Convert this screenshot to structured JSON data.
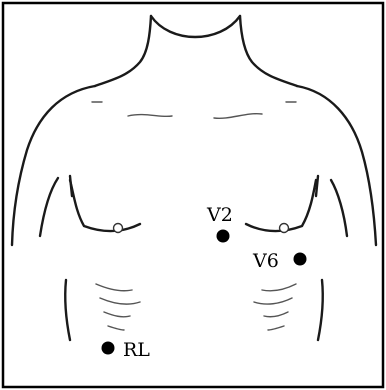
{
  "electrodes": [
    {
      "label": "V2",
      "electrode_color": "#000000"
    },
    {
      "label": "V6",
      "electrode_color": "#000000"
    },
    {
      "label": "RL",
      "electrode_color": "#000000"
    }
  ],
  "nipple_marks": [
    "left-nipple",
    "right-nipple"
  ],
  "colors": {
    "outline": "#1a1a1a",
    "frame": "#000000",
    "background": "#ffffff"
  }
}
